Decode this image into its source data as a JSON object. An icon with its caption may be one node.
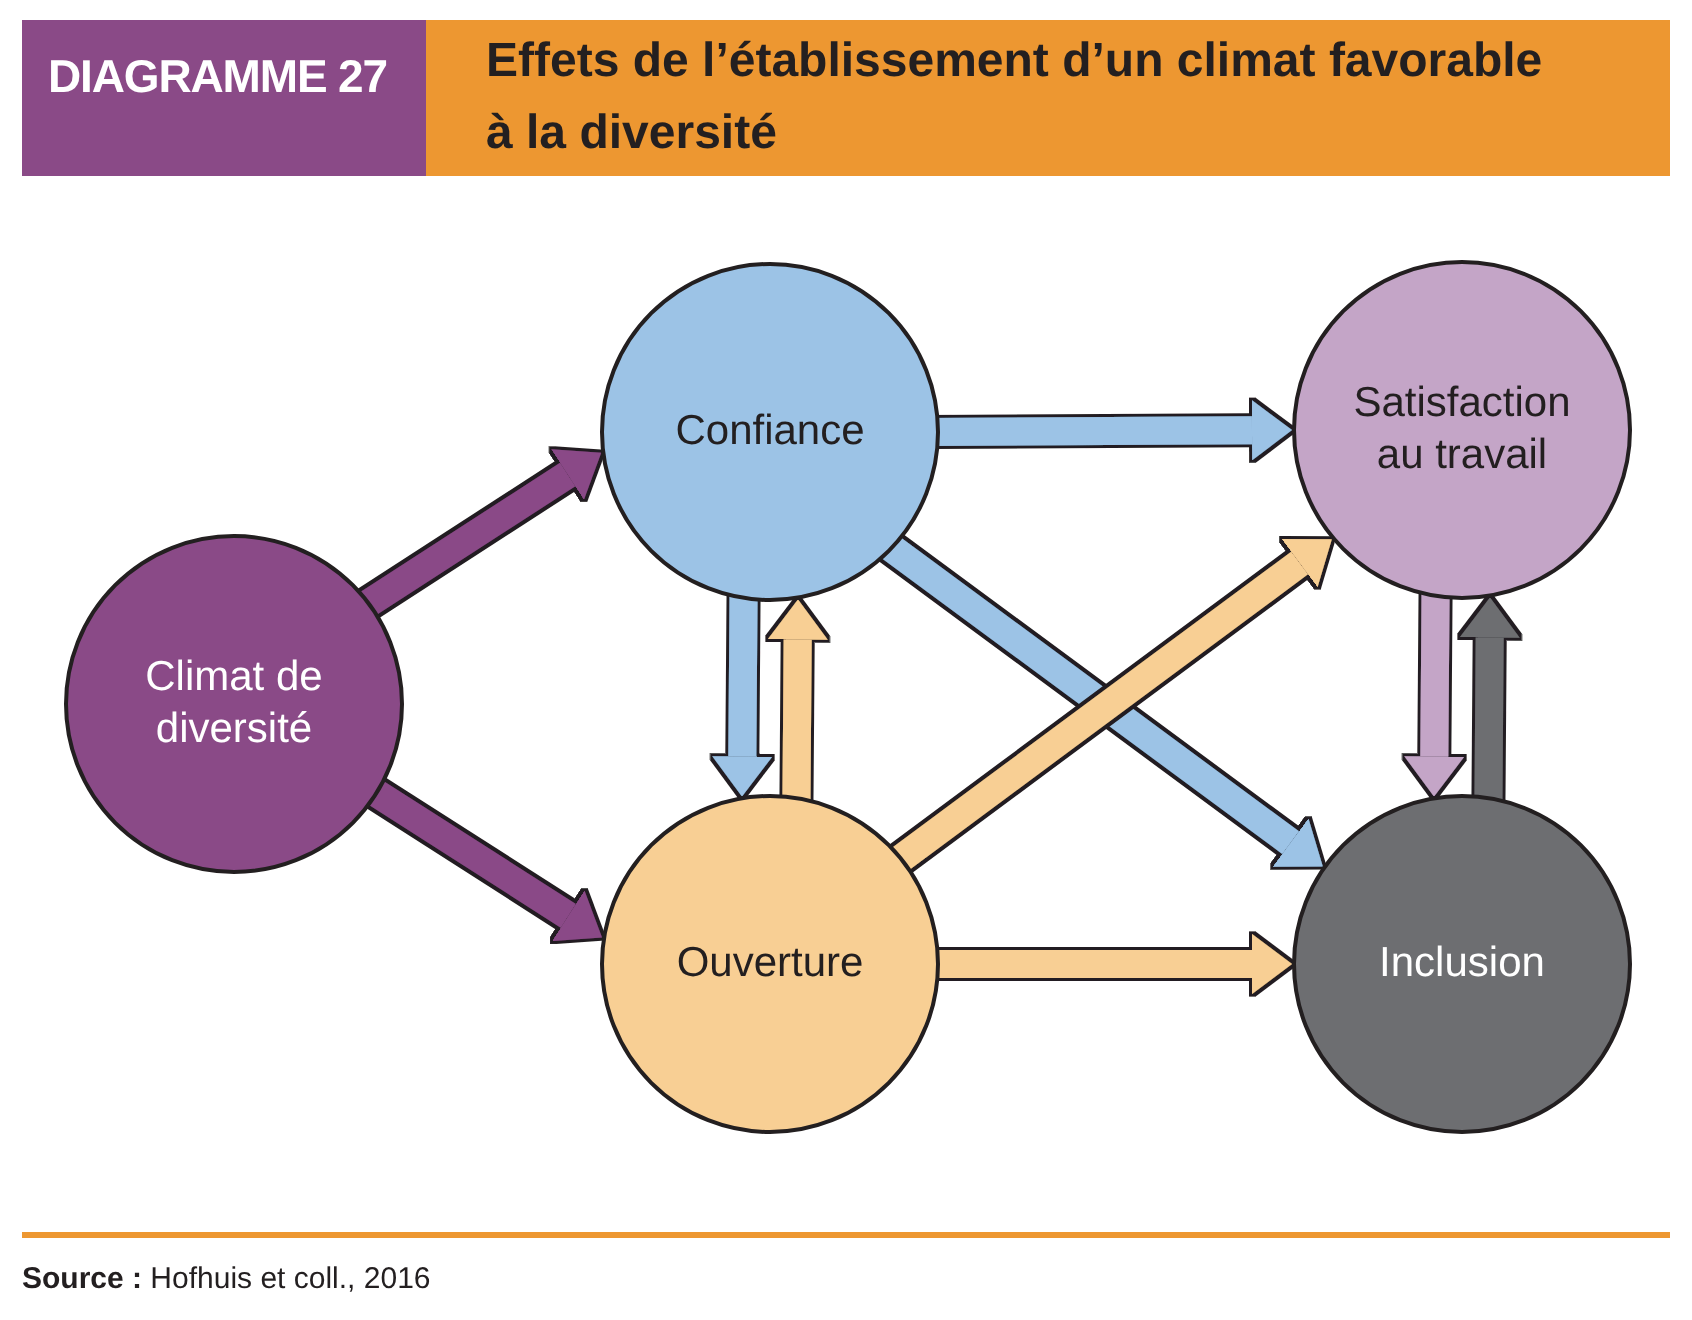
{
  "diagram": {
    "title": "Effets de l’établissement d’un climat favorable à la diversité",
    "caption": "**Source :** Hofhuis et coll., 2016",
    "nodes": [
      {
        "text": [
          "Climat de diversité"
        ]
      },
      {
        "text": [
          "Confiance"
        ]
      },
      {
        "text": [
          "Ouverture"
        ]
      },
      {
        "text": [
          "Satisfaction au travail"
        ]
      },
      {
        "text": [
          "Inclusion"
        ]
      }
    ],
    "edges": [
      {
        "from": 0,
        "to": 1,
        "arrow": "to",
        "color": "#8a4a87"
      },
      {
        "from": 0,
        "to": 2,
        "arrow": "to",
        "color": "#8a4a87"
      },
      {
        "from": 1,
        "to": 3,
        "arrow": "to",
        "color": "#9cc3e6"
      },
      {
        "from": 1,
        "to": 2,
        "arrow": "to",
        "color": "#9cc3e6"
      },
      {
        "from": 2,
        "to": 1,
        "arrow": "to",
        "color": "#f8cf94"
      },
      {
        "from": 1,
        "to": 4,
        "arrow": "to",
        "color": "#9cc3e6"
      },
      {
        "from": 2,
        "to": 3,
        "arrow": "to",
        "color": "#f8cf94"
      },
      {
        "from": 2,
        "to": 4,
        "arrow": "to",
        "color": "#f8cf94"
      },
      {
        "from": 3,
        "to": 4,
        "arrow": "to",
        "color": "#c4a5c7"
      },
      {
        "from": 4,
        "to": 3,
        "arrow": "to",
        "color": "#6d6e71"
      }
    ],
    "labels": [
      "DIAGRAMME 27"
    ]
  }
}
